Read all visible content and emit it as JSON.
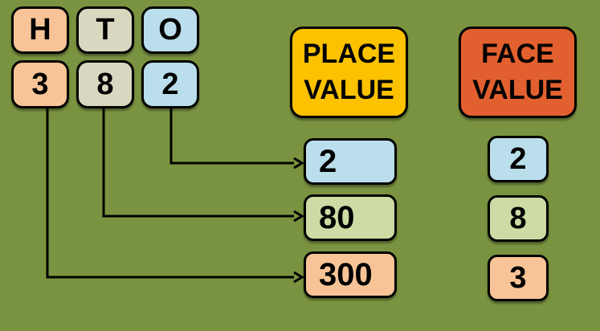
{
  "palette": {
    "background": "#7A9340",
    "peach": "#F8C497",
    "beige": "#DAD7C0",
    "blue": "#BADEEB",
    "green": "#CCDCA4",
    "yellow": "#FCC200",
    "red_orange": "#E2602F",
    "line": "#000000"
  },
  "columns": [
    {
      "letter": "H",
      "digit": "3"
    },
    {
      "letter": "T",
      "digit": "8"
    },
    {
      "letter": "O",
      "digit": "2"
    }
  ],
  "place_value_header": {
    "line1": "PLACE",
    "line2": "VALUE"
  },
  "face_value_header": {
    "line1": "FACE",
    "line2": "VALUE"
  },
  "place_values": [
    "2",
    "80",
    "300"
  ],
  "face_values": [
    "2",
    "8",
    "3"
  ]
}
